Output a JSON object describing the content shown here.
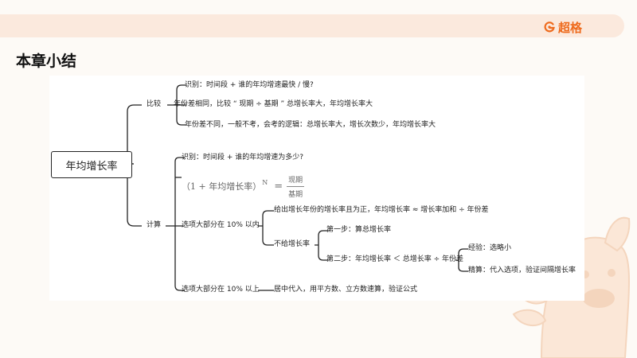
{
  "brand": {
    "name": "超格"
  },
  "page": {
    "title": "本章小结"
  },
  "mindmap": {
    "root": "年均增长率",
    "compare": {
      "label": "比较",
      "items": [
        "识别：时间段 + 谁的年均增速最快 / 慢?",
        "年份差相同，比较 “ 现期 ÷ 基期 ” 总增长率大，年均增长率大",
        "年份差不同，一般不考，会考的逻辑：总增长率大，增长次数少，年均增长率大"
      ]
    },
    "calculate": {
      "label": "计算",
      "identify": "识别：时间段 + 谁的年均增速为多少?",
      "formula": {
        "base": "（1 + 年均增长率）",
        "exp": "N",
        "eq": "=",
        "num": "现期",
        "den": "基期"
      },
      "within10": {
        "label": "选项大部分在 10% 以内",
        "equal": "给出增长年份的增长率且为正，年均增长率 ≈ 增长率加和 ÷ 年份差",
        "unequal": {
          "label": "不给增长率",
          "step1": "第一步：算总增长率",
          "step2": {
            "label": "第二步：年均增长率 ＜ 总增长率 ÷ 年份差",
            "experience": "经验：选略小",
            "precise": "精算：代入选项，验证间隔增长率"
          }
        }
      },
      "above10": {
        "label": "选项大部分在 10% 以上",
        "method": "居中代入，用平方数、立方数速算，验证公式"
      }
    }
  }
}
